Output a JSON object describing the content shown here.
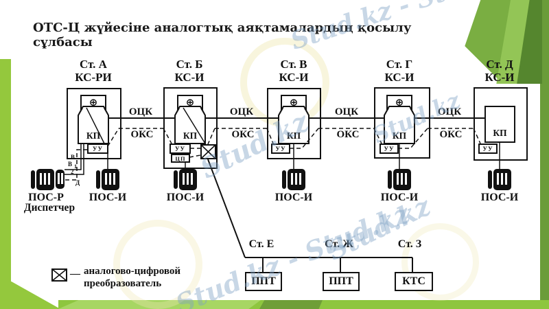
{
  "title": "ОТС-Ц жүйесіне аналогтық аяқтамалардың қосылу сұлбасы",
  "watermarks": [
    "Stud.kz - Stud.",
    "Stud.kz",
    "Stud.kz",
    "Stud.kz",
    "Stud.kz - Stud.kz"
  ],
  "stations": [
    {
      "name": "Ст. А",
      "type": "КС-РИ",
      "kp": "КП",
      "uu": "УУ"
    },
    {
      "name": "Ст. Б",
      "type": "КС-И",
      "kp": "КП",
      "uu": "УУ",
      "cp": "ЦП"
    },
    {
      "name": "Ст. В",
      "type": "КС-И",
      "kp": "КП",
      "uu": "УУ"
    },
    {
      "name": "Ст. Г",
      "type": "КС-И",
      "kp": "КП",
      "uu": "УУ"
    },
    {
      "name": "Ст. Д",
      "type": "КС-И",
      "kp": "КП",
      "uu": "УУ"
    }
  ],
  "channels": {
    "ock": "ОЦК",
    "oks": "ОКС"
  },
  "symbols": {
    "generator": "⊕"
  },
  "phones": {
    "pos_r": "ПОС-Р",
    "dispatcher": "Диспетчер",
    "pos_i": "ПОС-И"
  },
  "wire_labels": {
    "v": "В",
    "v2": "В",
    "n1": "1",
    "n2": "2",
    "d": "Д"
  },
  "remote": {
    "labels": [
      "Ст. Е",
      "Ст. Ж",
      "Ст. З"
    ],
    "boxes": [
      "ППТ",
      "ППТ",
      "КТС"
    ]
  },
  "legend": {
    "dash": "—",
    "line1": "аналогово-цифровой",
    "line2": "преобразователь"
  },
  "colors": {
    "accent_green": "#94c83d",
    "dark_green": "#55862e",
    "ink": "#111111",
    "watermark": "#7da0c3"
  }
}
